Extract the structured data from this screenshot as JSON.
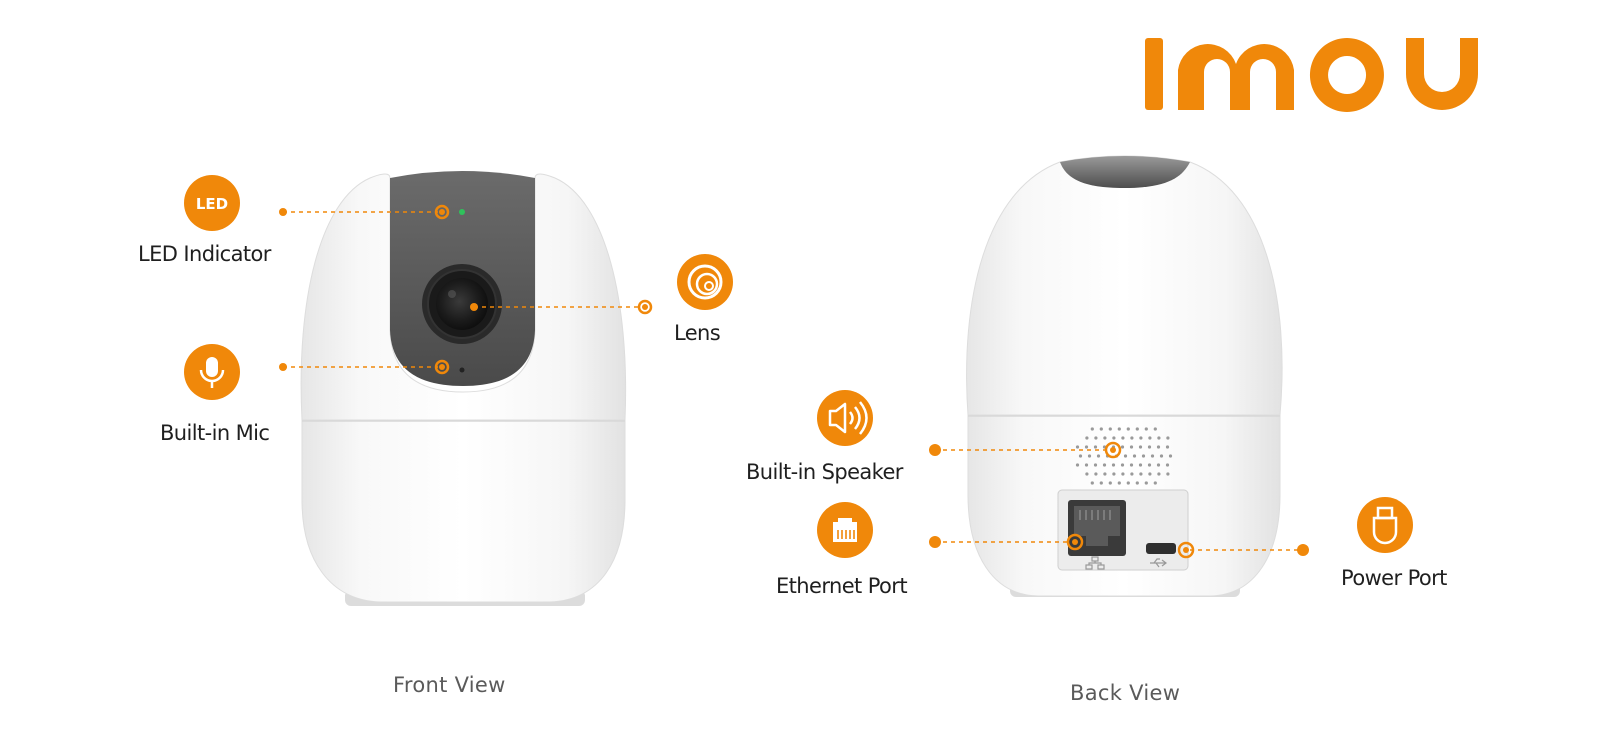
{
  "brand": {
    "logo_text": "IMOU",
    "accent_color": "#f0880a"
  },
  "views": {
    "front": "Front View",
    "back": "Back View"
  },
  "callouts": {
    "led": {
      "badge": "LED",
      "label": "LED Indicator",
      "icon": "led-icon"
    },
    "lens": {
      "label": "Lens",
      "icon": "lens-icon"
    },
    "mic": {
      "label": "Built-in Mic",
      "icon": "microphone-icon"
    },
    "speaker": {
      "label": "Built-in Speaker",
      "icon": "speaker-icon"
    },
    "ethernet": {
      "label": "Ethernet Port",
      "icon": "ethernet-icon"
    },
    "power": {
      "label": "Power Port",
      "icon": "usb-icon"
    }
  }
}
